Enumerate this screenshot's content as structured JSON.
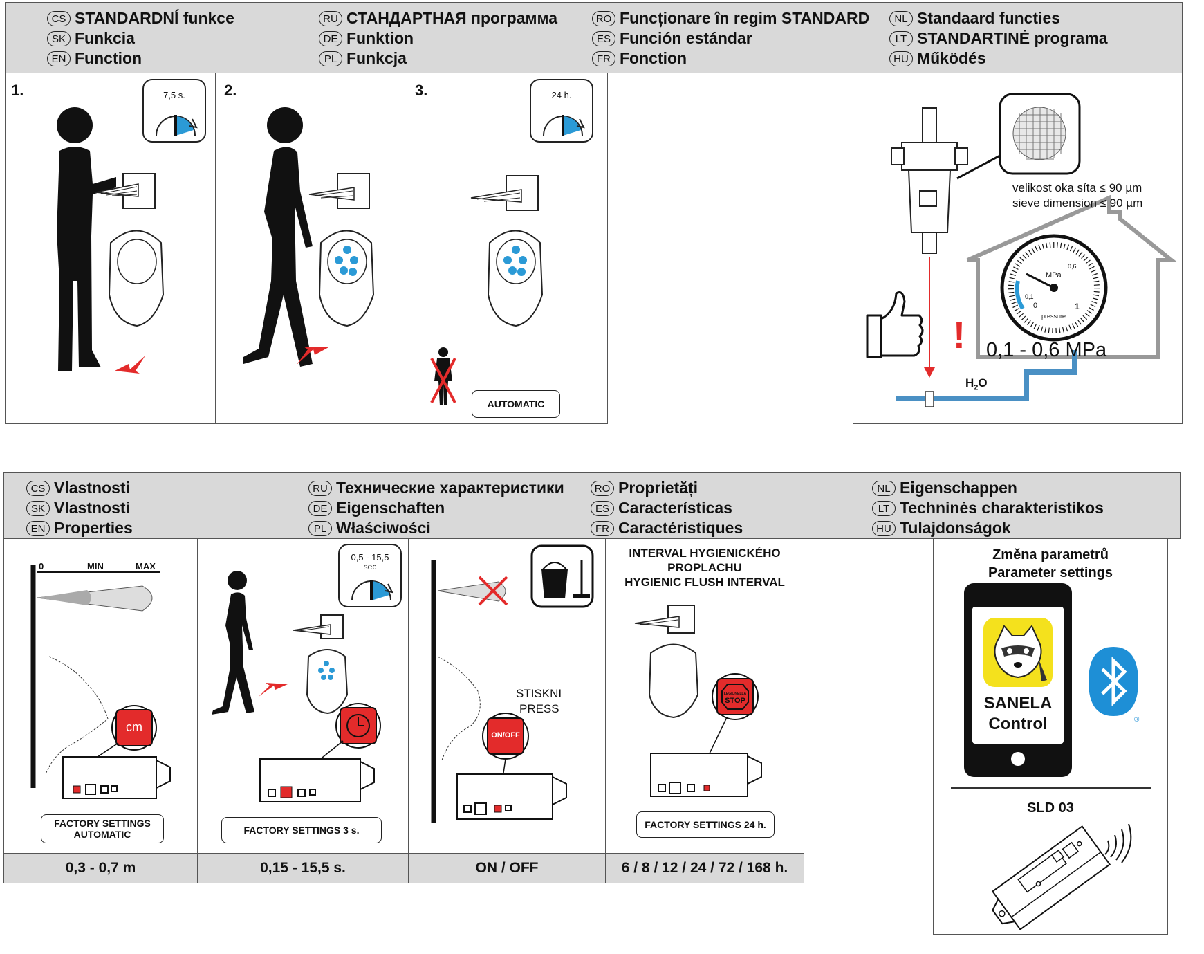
{
  "section1": {
    "columns": [
      [
        {
          "code": "CS",
          "text": "STANDARDNÍ funkce"
        },
        {
          "code": "SK",
          "text": "Funkcia"
        },
        {
          "code": "EN",
          "text": "Function"
        }
      ],
      [
        {
          "code": "RU",
          "text": "СТАНДАРТНАЯ программа"
        },
        {
          "code": "DE",
          "text": "Funktion"
        },
        {
          "code": "PL",
          "text": "Funkcja"
        }
      ],
      [
        {
          "code": "RO",
          "text": "Funcționare în regim STANDARD"
        },
        {
          "code": "ES",
          "text": "Función estándar"
        },
        {
          "code": "FR",
          "text": "Fonction"
        }
      ],
      [
        {
          "code": "NL",
          "text": "Standaard functies"
        },
        {
          "code": "LT",
          "text": "STANDARTINĖ programa"
        },
        {
          "code": "HU",
          "text": "Működés"
        }
      ]
    ],
    "steps": [
      {
        "number": "1.",
        "timer": "7,5 s."
      },
      {
        "number": "2."
      },
      {
        "number": "3.",
        "timer": "24 h.",
        "badge": "AUTOMATIC"
      }
    ],
    "filter": {
      "mesh_cs": "velikost oka síta ≤ 90 µm",
      "mesh_en": "sieve dimension ≤ 90 µm",
      "pressure_range": "0,1 - 0,6 MPa",
      "gauge_unit": "MPa",
      "gauge_ticks": [
        "0",
        "0,1",
        "0,6",
        "1"
      ],
      "gauge_caption": "pressure",
      "exclamation": "!",
      "water": "H",
      "water_sub": "2",
      "water_end": "O"
    }
  },
  "section2": {
    "columns": [
      [
        {
          "code": "CS",
          "text": "Vlastnosti"
        },
        {
          "code": "SK",
          "text": "Vlastnosti"
        },
        {
          "code": "EN",
          "text": "Properties"
        }
      ],
      [
        {
          "code": "RU",
          "text": "Технические характеристики"
        },
        {
          "code": "DE",
          "text": "Eigenschaften"
        },
        {
          "code": "PL",
          "text": "Właściwości"
        }
      ],
      [
        {
          "code": "RO",
          "text": "Proprietăți"
        },
        {
          "code": "ES",
          "text": "Características"
        },
        {
          "code": "FR",
          "text": "Caractéristiques"
        }
      ],
      [
        {
          "code": "NL",
          "text": "Eigenschappen"
        },
        {
          "code": "LT",
          "text": "Techninės charakteristikos"
        },
        {
          "code": "HU",
          "text": "Tulajdonságok"
        }
      ]
    ],
    "range": {
      "zero": "0",
      "min": "MIN",
      "max": "MAX",
      "button": "cm",
      "factory": "FACTORY SETTINGS",
      "factory2": "AUTOMATIC",
      "value": "0,3 - 0,7 m"
    },
    "time": {
      "timer1": "0,5 - 15,5",
      "timer2": "sec",
      "factory": "FACTORY SETTINGS  3 s.",
      "value": "0,15 - 15,5 s."
    },
    "onoff": {
      "press_cs": "STISKNI",
      "press_en": "PRESS",
      "button": "ON/OFF",
      "value": "ON / OFF"
    },
    "hygiene": {
      "title1": "INTERVAL HYGIENICKÉHO",
      "title2": "PROPLACHU",
      "title3": "HYGIENIC FLUSH INTERVAL",
      "stop_small": "LEGIONELLA",
      "stop": "STOP",
      "factory": "FACTORY SETTINGS 24 h.",
      "value": "6 / 8 / 12 / 24 / 72 / 168 h."
    },
    "app": {
      "title_cs": "Změna parametrů",
      "title_en": "Parameter settings",
      "app_name1": "SANELA",
      "app_name2": "Control",
      "registered": "®",
      "device": "SLD 03"
    }
  },
  "colors": {
    "accent_blue": "#2b9ad6",
    "accent_red": "#e32b2b",
    "header_gray": "#d9d9d9",
    "pipe_blue": "#4a90c4"
  }
}
